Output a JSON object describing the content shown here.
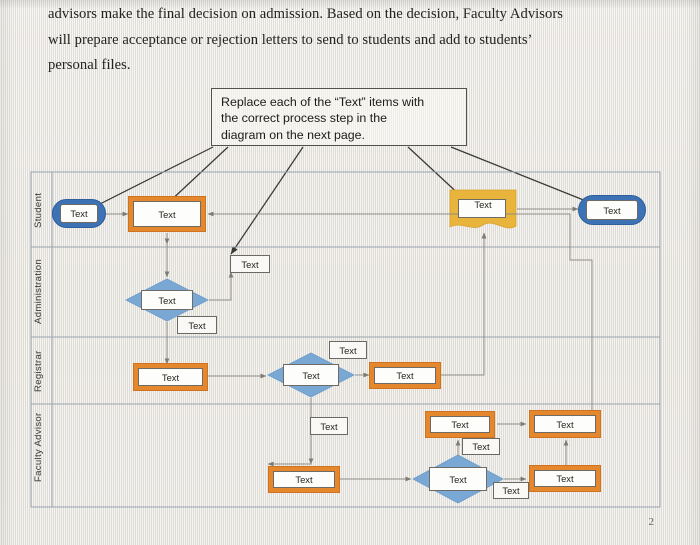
{
  "page": {
    "number": "2",
    "background_color": "#e9e7e2"
  },
  "paragraph": {
    "lines": [
      "advisors make the final decision on admission. Based on the decision, Faculty Advisors",
      "will prepare acceptance or rejection letters to send to students and add to students’",
      "personal files."
    ]
  },
  "callout": {
    "lines": [
      "Replace each of the “Text” items with",
      "the correct process step in the",
      "diagram on the next page."
    ]
  },
  "diagram": {
    "lanes": [
      {
        "id": "student",
        "label": "Student"
      },
      {
        "id": "administration",
        "label": "Administration"
      },
      {
        "id": "registrar",
        "label": "Registrar"
      },
      {
        "id": "faculty-advisor",
        "label": "Faculty Advisor"
      }
    ],
    "colors": {
      "process_orange": "#e4872d",
      "terminator_blue": "#3d72b5",
      "decision_blue": "#7aa8d4",
      "document_gold": "#e8b43c",
      "connector_gray": "#8f8d86",
      "annotation_arrow": "#3a3935",
      "frame": "#9aa4b0"
    },
    "placeholder_label": "Text",
    "shapes": [
      {
        "id": "s1",
        "lane": "student",
        "type": "terminator",
        "label": "Text"
      },
      {
        "id": "s2",
        "lane": "student",
        "type": "process",
        "label": "Text"
      },
      {
        "id": "s3",
        "lane": "student",
        "type": "document",
        "label": "Text"
      },
      {
        "id": "s4",
        "lane": "student",
        "type": "terminator",
        "label": "Text"
      },
      {
        "id": "a1",
        "lane": "administration",
        "type": "note",
        "label": "Text"
      },
      {
        "id": "a2",
        "lane": "administration",
        "type": "decision",
        "label": "Text"
      },
      {
        "id": "a3",
        "lane": "administration",
        "type": "note",
        "label": "Text"
      },
      {
        "id": "r1",
        "lane": "registrar",
        "type": "process",
        "label": "Text"
      },
      {
        "id": "r2",
        "lane": "registrar",
        "type": "decision",
        "label": "Text"
      },
      {
        "id": "r3",
        "lane": "registrar",
        "type": "note",
        "label": "Text"
      },
      {
        "id": "r4",
        "lane": "registrar",
        "type": "process",
        "label": "Text"
      },
      {
        "id": "f1",
        "lane": "faculty-advisor",
        "type": "note",
        "label": "Text"
      },
      {
        "id": "f2",
        "lane": "faculty-advisor",
        "type": "process",
        "label": "Text"
      },
      {
        "id": "f3",
        "lane": "faculty-advisor",
        "type": "process",
        "label": "Text"
      },
      {
        "id": "f4",
        "lane": "faculty-advisor",
        "type": "note",
        "label": "Text"
      },
      {
        "id": "f5",
        "lane": "faculty-advisor",
        "type": "process",
        "label": "Text"
      },
      {
        "id": "f6",
        "lane": "faculty-advisor",
        "type": "decision",
        "label": "Text"
      },
      {
        "id": "f7",
        "lane": "faculty-advisor",
        "type": "process",
        "label": "Text"
      },
      {
        "id": "f8",
        "lane": "faculty-advisor",
        "type": "note",
        "label": "Text"
      }
    ]
  }
}
